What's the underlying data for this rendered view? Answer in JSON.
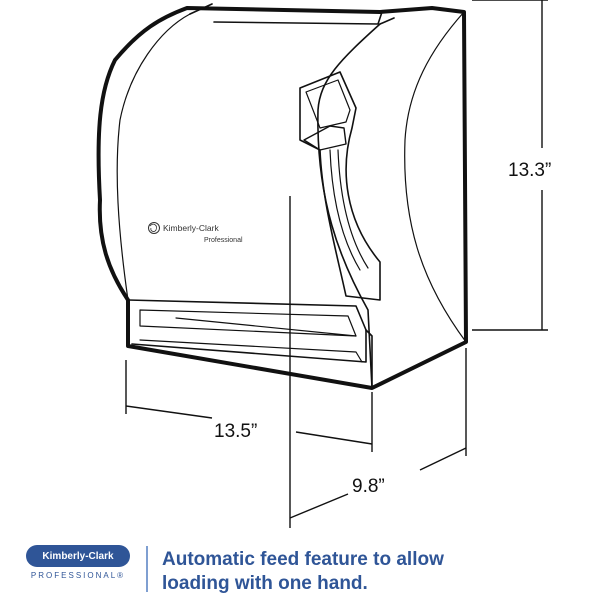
{
  "product": {
    "brand_name": "Kimberly-Clark",
    "brand_sub": "Professional"
  },
  "dimensions": {
    "height": "13.3”",
    "width": "13.5”",
    "depth": "9.8”"
  },
  "footer": {
    "logo_name": "Kimberly-Clark",
    "logo_sub": "PROFESSIONAL®",
    "caption_line1": "Automatic feed feature to allow",
    "caption_line2": "loading with one hand."
  },
  "colors": {
    "brand_blue": "#2f5597",
    "outline": "#111111"
  }
}
